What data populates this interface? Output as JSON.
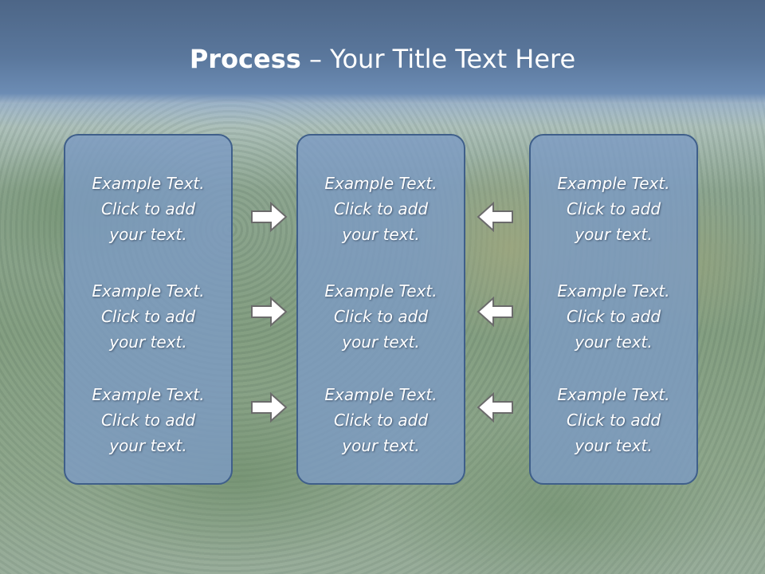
{
  "title": {
    "bold": "Process",
    "rest": " – Your Title Text Here"
  },
  "panels": [
    {
      "items": [
        {
          "line1": "Example Text.",
          "line2": "Click  to add",
          "line3": "your text."
        },
        {
          "line1": "Example Text.",
          "line2": "Click  to add",
          "line3": "your text."
        },
        {
          "line1": "Example Text.",
          "line2": "Click  to add",
          "line3": "your text."
        }
      ]
    },
    {
      "items": [
        {
          "line1": "Example Text.",
          "line2": "Click  to add",
          "line3": "your text."
        },
        {
          "line1": "Example Text.",
          "line2": "Click  to add",
          "line3": "your text."
        },
        {
          "line1": "Example Text.",
          "line2": "Click  to add",
          "line3": "your text."
        }
      ]
    },
    {
      "items": [
        {
          "line1": "Example Text.",
          "line2": "Click  to add",
          "line3": "your text."
        },
        {
          "line1": "Example Text.",
          "line2": "Click  to add",
          "line3": "your text."
        },
        {
          "line1": "Example Text.",
          "line2": "Click  to add",
          "line3": "your text."
        }
      ]
    }
  ],
  "arrows": {
    "left_to_center": [
      "arrow-right-icon",
      "arrow-right-icon",
      "arrow-right-icon"
    ],
    "right_to_center": [
      "arrow-left-icon",
      "arrow-left-icon",
      "arrow-left-icon"
    ]
  },
  "colors": {
    "title_bar": "#5a779c",
    "panel_fill": "#7d9bc3",
    "panel_border": "#3f5f8a",
    "text": "#ffffff",
    "arrow_fill": "#ffffff",
    "arrow_stroke": "#6b6b6b"
  }
}
